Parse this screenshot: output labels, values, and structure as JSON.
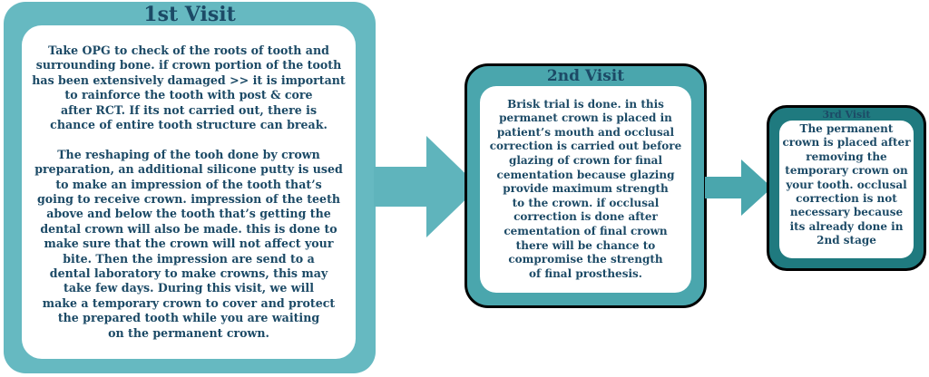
{
  "colors": {
    "card1": "#66b9c1",
    "card2": "#4aa6ad",
    "card3": "#1f7a7f",
    "arrow": "#5fb4bc",
    "text": "#1c4a66"
  },
  "visits": [
    {
      "title": "1st  Visit",
      "text": "Take OPG to check of the roots of tooth and\nsurrounding bone. if crown portion of the tooth\nhas been extensively damaged >> it is important\nto rainforce the tooth with post & core\nafter RCT. If its not carried out, there is\nchance of entire tooth structure can break.\n\nThe reshaping of the tooh done by crown\npreparation, an additional silicone putty is used\nto make an impression of the tooth that’s\ngoing to receive crown. impression of the teeth\nabove and below the tooth that’s getting the\ndental crown will also be made. this is done to\nmake sure that the crown will not affect your\nbite. Then the impression are send to a\ndental laboratory to make crowns, this may\ntake few days. During this visit, we will\nmake a temporary crown to cover and protect\nthe prepared tooth while you are waiting\non the permanent crown."
    },
    {
      "title": "2nd Visit",
      "text": "Brisk trial is done. in this\npermanet crown is placed in\npatient’s mouth and occlusal\ncorrection is carried out before\nglazing of crown for final\ncementation because glazing\nprovide maximum strength\nto the crown. if occlusal\ncorrection is done after\ncementation of final crown\nthere will be chance to\ncompromise the strength\nof final prosthesis."
    },
    {
      "title": "3rd  Visit",
      "text": "The permanent\ncrown is placed after\nremoving the\ntemporary crown on\nyour tooth. occlusal\ncorrection is not\nnecessary because\nits already done in\n2nd stage"
    }
  ]
}
